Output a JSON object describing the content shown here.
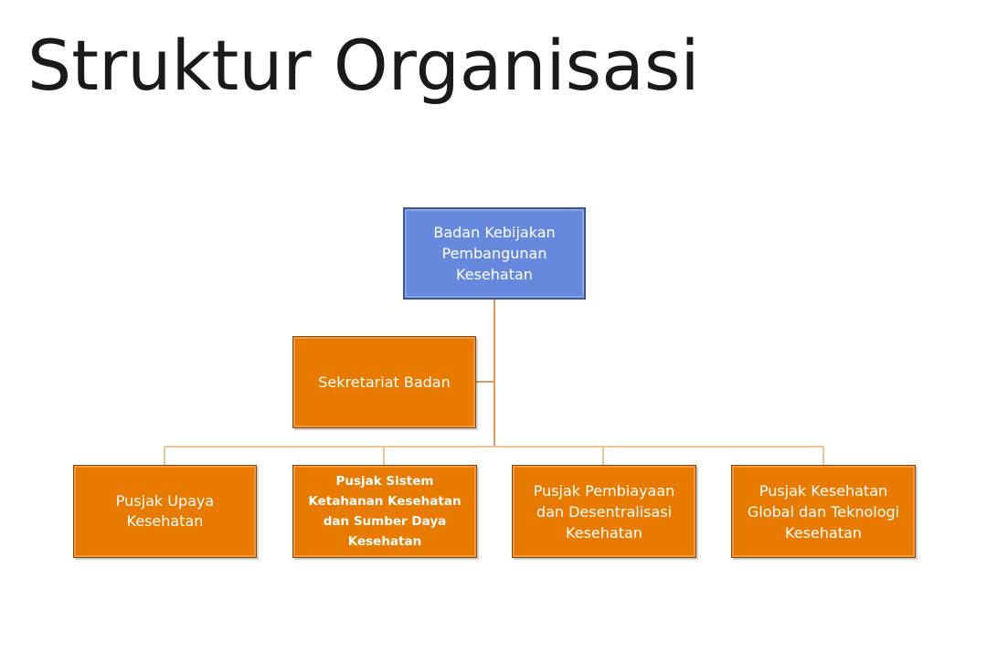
{
  "page": {
    "title": "Struktur Organisasi"
  },
  "org_chart": {
    "head": {
      "label": "Badan Kebijakan\nPembangunan\nKesehatan",
      "color": "#6688dd"
    },
    "secretariat": {
      "label": "Sekretariat Badan",
      "color": "#e87a00"
    },
    "units": [
      {
        "label": "Pusjak Upaya\nKesehatan"
      },
      {
        "label": "Pusjak Sistem\nKetahanan Kesehatan\ndan Sumber Daya\nKesehatan"
      },
      {
        "label": "Pusjak Pembiayaan\ndan Desentralisasi\nKesehatan"
      },
      {
        "label": "Pusjak Kesehatan\nGlobal dan Teknologi\nKesehatan"
      }
    ],
    "unit_color": "#e87a00",
    "connector_color": "#e8a870"
  }
}
